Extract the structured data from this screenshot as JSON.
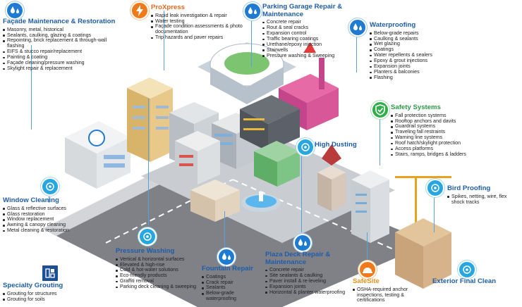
{
  "services": {
    "facade": {
      "title": "Façade Maintenance & Restoration",
      "items": [
        "Masonry, metal, historical",
        "Sealants, caulking, glazing & coatings",
        "Repointing, brick replacement & through-wall flashing",
        "EIFS & stucco repair/replacement",
        "Painting & coating",
        "Façade cleaning/pressure washing",
        "Skylight repair & replacement"
      ]
    },
    "proxpress": {
      "title": "ProXpress",
      "items": [
        "Rapid leak investigation & repair",
        "Water testing",
        "Façade condition assessments & photo documentation",
        "Trip hazards and paver repairs"
      ]
    },
    "parking": {
      "title": "Parking Garage Repair & Maintenance",
      "items": [
        "Concrete repair",
        "Rout & seal cracks",
        "Expansion control",
        "Traffic bearing coatings",
        "Urethane/epoxy injection",
        "Stairwells",
        "Pressure washing & Sweeping"
      ]
    },
    "waterproofing": {
      "title": "Waterproofing",
      "items": [
        "Below-grade repairs",
        "Caulking & sealants",
        "Wet glazing",
        "Coatings",
        "Water repellents & sealers",
        "Epoxy & grout injections",
        "Expansion joints",
        "Planters & balconies",
        "Flashing"
      ]
    },
    "safety": {
      "title": "Safety Systems",
      "items": [
        "Fall protection systems",
        "Rooftop anchors and davits",
        "Guardrail systems",
        "Traveling fall restraints",
        "Warning line systems",
        "Roof hatch/skylight protection",
        "Access platforms",
        "Stairs, ramps, bridges & ladders"
      ]
    },
    "highdusting": {
      "title": "High Dusting"
    },
    "bird": {
      "title": "Bird Proofing",
      "items": [
        "Spikes, netting, wire, flex shock tracks"
      ]
    },
    "window": {
      "title": "Window Cleaning",
      "items": [
        "Glass & reflective surfaces",
        "Glass restoration",
        "Window replacement",
        "Awning & canopy cleaning",
        "Metal cleaning & restoration"
      ]
    },
    "pressure": {
      "title": "Pressure Washing",
      "items": [
        "Vertical & horizontal surfaces",
        "Elevated & high-rise",
        "Cold & hot-water solutions",
        "Eco-friendly products",
        "Graffiti removal",
        "Parking deck cleaning & sweeping"
      ]
    },
    "fountain": {
      "title": "Fountain Repair",
      "items": [
        "Coatings",
        "Crack repair",
        "Sealants",
        "Below-grade waterproofing"
      ]
    },
    "plaza": {
      "title": "Plaza Deck Repair & Maintenance",
      "items": [
        "Concrete repair",
        "Site sealants & caulking",
        "Paver install & re-leveling",
        "Expansion joints",
        "Horizontal & planter waterproofing"
      ]
    },
    "safesite": {
      "title": "SafeSite",
      "items": [
        "OSHA-required anchor inspections, testing & certifications"
      ]
    },
    "exterior": {
      "title": "Exterior Final Clean"
    },
    "grouting": {
      "title": "Specialty Grouting",
      "items": [
        "Grouting for structures",
        "Grouting for soils"
      ]
    }
  },
  "colors": {
    "title_blue": "#1f5da8",
    "proxpress_orange": "#e8691e",
    "safety_green": "#2c9b45",
    "safesite_orange": "#e8911e",
    "icon_blue": "#1f7ad1"
  },
  "icons": {
    "facade": "water-drops-icon",
    "proxpress": "lightning-bolt-icon",
    "parking": "water-drops-icon",
    "waterproofing": "water-drops-icon",
    "safety": "checkmark-shield-icon",
    "highdusting": "target-icon",
    "bird": "target-icon",
    "window": "target-icon",
    "pressure": "target-icon",
    "fountain": "water-drops-icon",
    "plaza": "water-drops-icon",
    "safesite": "hard-hat-icon",
    "exterior": "target-icon",
    "grouting": "grout-cells-icon"
  }
}
